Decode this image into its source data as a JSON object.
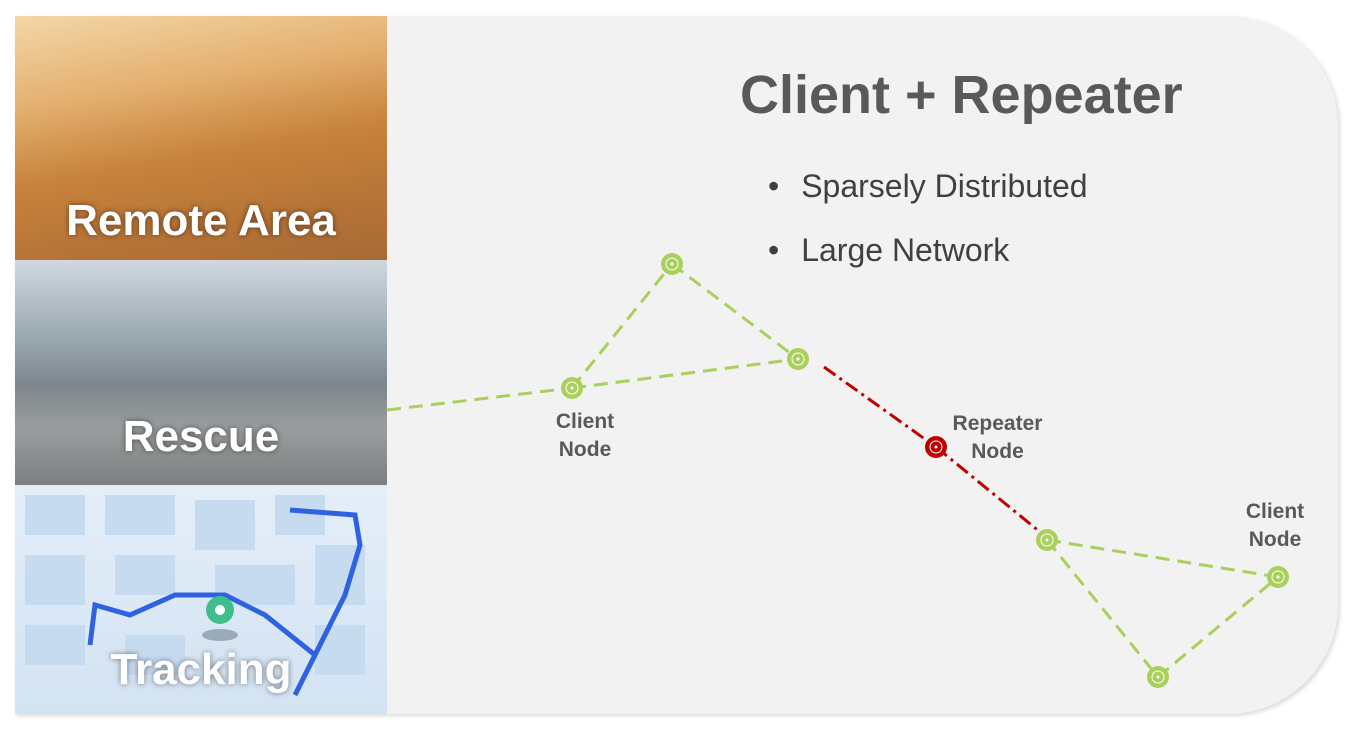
{
  "title": "Client + Repeater",
  "bullets": [
    "Sparsely Distributed",
    "Large Network"
  ],
  "tiles": [
    "Remote Area",
    "Rescue",
    "Tracking"
  ],
  "labels": {
    "client_left": "Client Node",
    "repeater": "Repeater Node",
    "client_right": "Client Node"
  },
  "colors": {
    "client": "#a9d05a",
    "repeater": "#c00000",
    "text": "#595959"
  }
}
